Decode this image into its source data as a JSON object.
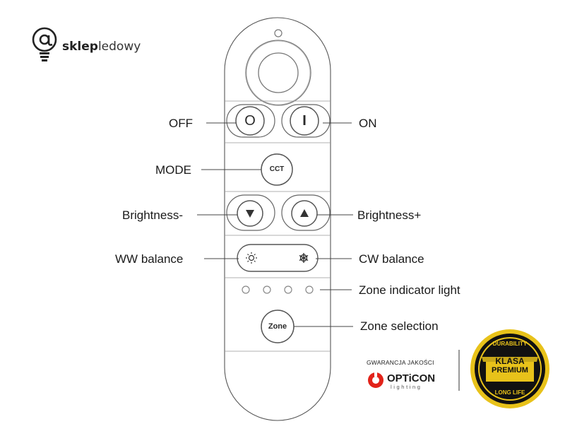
{
  "brand": {
    "logo_icon": "at-bulb-icon",
    "name_bold": "sklep",
    "name_light": "ledowy"
  },
  "remote": {
    "buttons": {
      "off_symbol": "O",
      "on_symbol": "I",
      "mode_label": "CCT",
      "zone_label": "Zone",
      "brightness_down_icon": "triangle-down-icon",
      "brightness_up_icon": "triangle-up-icon",
      "ww_icon": "sun-icon",
      "cw_icon": "snowflake-icon",
      "top_dial_icon": "dial-ring-icon"
    }
  },
  "labels": {
    "off": "OFF",
    "on": "ON",
    "mode": "MODE",
    "brightness_down": "Brightness-",
    "brightness_up": "Brightness+",
    "ww_balance": "WW balance",
    "cw_balance": "CW balance",
    "zone_indicator": "Zone indicator light",
    "zone_selection": "Zone selection"
  },
  "quality": {
    "guarantee": "GWARANCJA JAKOŚCI",
    "brand": "OPTiCON",
    "brand_sub": "lighting",
    "brand_color": "#e2231a"
  },
  "badge": {
    "top": "DURABILITY",
    "main_1": "KLASA",
    "main_2": "PREMIUM",
    "bottom": "LONG LIFE",
    "gold": "#e8c21a",
    "dark": "#111111"
  }
}
